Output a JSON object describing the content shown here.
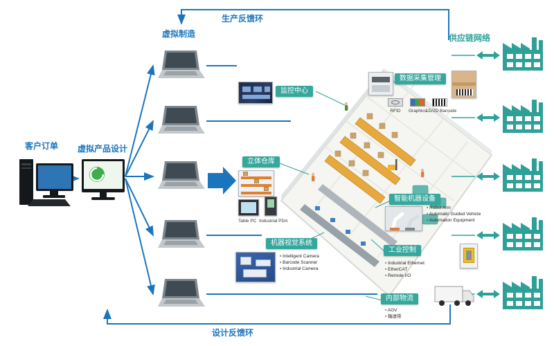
{
  "flow": {
    "customer_order": "客户订单",
    "virtual_product_design": "虚拟产品设计",
    "virtual_manufacturing": "虚拟制造",
    "production_feedback_loop": "生产反馈环",
    "design_feedback_loop": "设计反馈环",
    "supply_chain_network": "供应链网络"
  },
  "callouts": {
    "monitoring_center": {
      "label": "监控中心"
    },
    "data_collection": {
      "label": "数据采集管理",
      "items": [
        "RFID",
        "Graphics",
        "1D/2D Barcode"
      ]
    },
    "warehouse": {
      "label": "立体仓库"
    },
    "handheld_devices": {
      "table_pc": "Table PC",
      "industrial_pda": "Industrial PDA"
    },
    "smart_machines": {
      "label": "智能机器设备",
      "items": [
        "Robot Arm",
        "Automatic Guided Vehicle",
        "Automation Equipment"
      ]
    },
    "machine_vision": {
      "label": "机器视觉系统",
      "items": [
        "Intelligent Camera",
        "Barcode Scanner",
        "Industrial Camera"
      ]
    },
    "industrial_control": {
      "label": "工业控制",
      "items": [
        "Industrial Ethernet",
        "EtherCAT",
        "Remote I/O"
      ]
    },
    "internal_logistics": {
      "label": "内部物流",
      "items": [
        "AGV",
        "输送带"
      ]
    }
  },
  "colors": {
    "flow_blue": "#1b75bc",
    "teal": "#2fa098",
    "rack_orange": "#e7a83d"
  }
}
